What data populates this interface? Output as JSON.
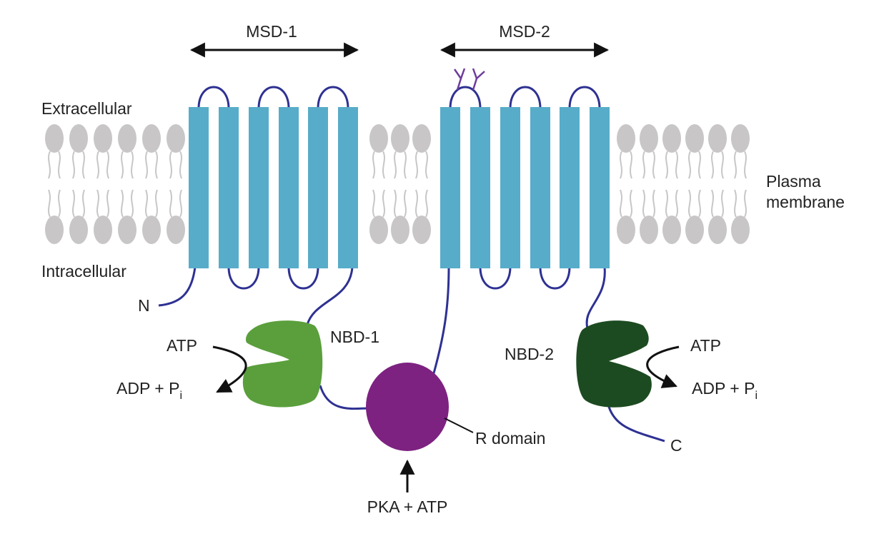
{
  "labels": {
    "msd1": "MSD-1",
    "msd2": "MSD-2",
    "extracellular": "Extracellular",
    "intracellular": "Intracellular",
    "plasma_membrane_line1": "Plasma",
    "plasma_membrane_line2": "membrane",
    "n_terminus": "N",
    "c_terminus": "C",
    "nbd1": "NBD-1",
    "nbd2": "NBD-2",
    "atp_left": "ATP",
    "adp_left": "ADP + P",
    "adp_left_sub": "i",
    "atp_right": "ATP",
    "adp_right": "ADP + P",
    "adp_right_sub": "i",
    "r_domain": "R domain",
    "pka_atp": "PKA + ATP"
  },
  "colors": {
    "helix": "#57acc9",
    "loop": "#2e3192",
    "lipid_head": "#c8c6c6",
    "lipid_tail": "#c8c6c6",
    "nbd1": "#5a9f3c",
    "nbd2": "#1d4b21",
    "r_domain": "#7d2281",
    "glycan": "#6d3c9a",
    "arrow": "#111111"
  }
}
